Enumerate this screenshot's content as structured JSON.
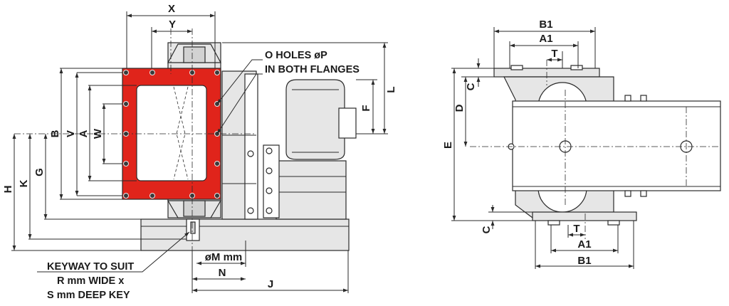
{
  "colors": {
    "flange": "#e0241b",
    "line": "#2a2a2a",
    "body": "#e6e6e6"
  },
  "front_view": {
    "dimensions": {
      "x": "X",
      "y": "Y",
      "b": "B",
      "v": "V",
      "a": "A",
      "w": "W",
      "h": "H",
      "k": "K",
      "g": "G",
      "l": "L",
      "f": "F",
      "m": "øM mm",
      "n": "N",
      "j": "J"
    },
    "notes": {
      "holes_line1": "O HOLES øP",
      "holes_line2": "IN BOTH FLANGES",
      "keyway_line1": "KEYWAY TO SUIT",
      "keyway_line2": "R mm WIDE x",
      "keyway_line3": "S mm DEEP KEY"
    }
  },
  "side_view": {
    "dimensions": {
      "b1_top": "B1",
      "a1_top": "A1",
      "t_top": "T",
      "c_top": "C",
      "d": "D",
      "e": "E",
      "c_bottom": "C",
      "t_bottom": "T",
      "a1_bottom": "A1",
      "b1_bottom": "B1"
    }
  }
}
